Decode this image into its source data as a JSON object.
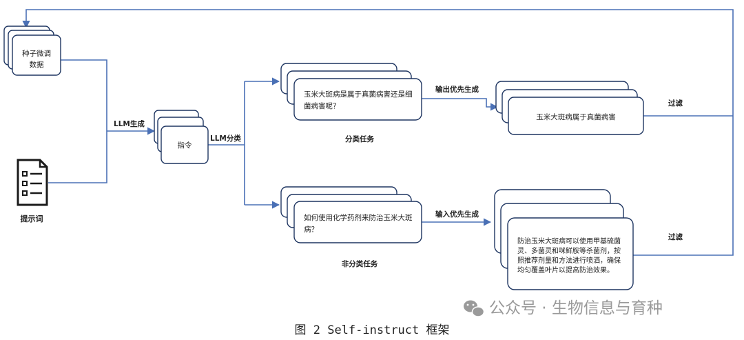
{
  "nodes": {
    "seed": [
      "种子微调",
      "数据"
    ],
    "instruction": "指令",
    "cls_question": [
      "玉米大斑病是属于真菌病害还是细",
      "菌病害呢？"
    ],
    "cls_answer": "玉米大斑病属于真菌病害",
    "noncls_question": [
      "如何使用化学药剂来防治玉米大斑",
      "病？"
    ],
    "noncls_answer": [
      "防治玉米大斑病可以使用甲基硫菌",
      "灵、多菌灵和咪鲜胺等杀菌剂，按",
      "照推荐剂量和方法进行喷洒，确保",
      "均匀覆盖叶片以提高防治效果。"
    ]
  },
  "labels": {
    "prompt": "提示词",
    "llm_generate": "LLM生成",
    "llm_classify": "LLM分类",
    "cls_task": "分类任务",
    "noncls_task": "非分类任务",
    "output_first": "输出优先生成",
    "input_first": "输入优先生成",
    "filter_top": "过滤",
    "filter_bottom": "过滤"
  },
  "caption": "图 2  Self-instruct 框架",
  "watermark": "公众号 · 生物信息与育种",
  "icons": {
    "prompt": "document-list-icon",
    "watermark": "wechat-icon"
  },
  "colors": {
    "arrow": "#4a70b5",
    "box_border": "#1e3561",
    "watermark": "#9a9a9a"
  }
}
